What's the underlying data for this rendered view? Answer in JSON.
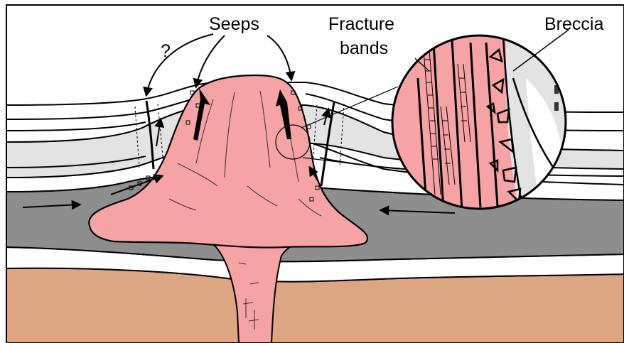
{
  "labels": {
    "seeps": "Seeps",
    "question": "?",
    "fracture_line1": "Fracture",
    "fracture_line2": "bands",
    "breccia": "Breccia"
  },
  "colors": {
    "salt": "#f5a3a5",
    "basement": "#dca683",
    "source_layer": "#8e8e8e",
    "light_layer": "#e3e3e3",
    "white_layer": "#ffffff",
    "outline": "#000000"
  },
  "icons": {
    "flow_arrow": "arrow-icon",
    "fault_slip": "half-arrow-icon"
  }
}
